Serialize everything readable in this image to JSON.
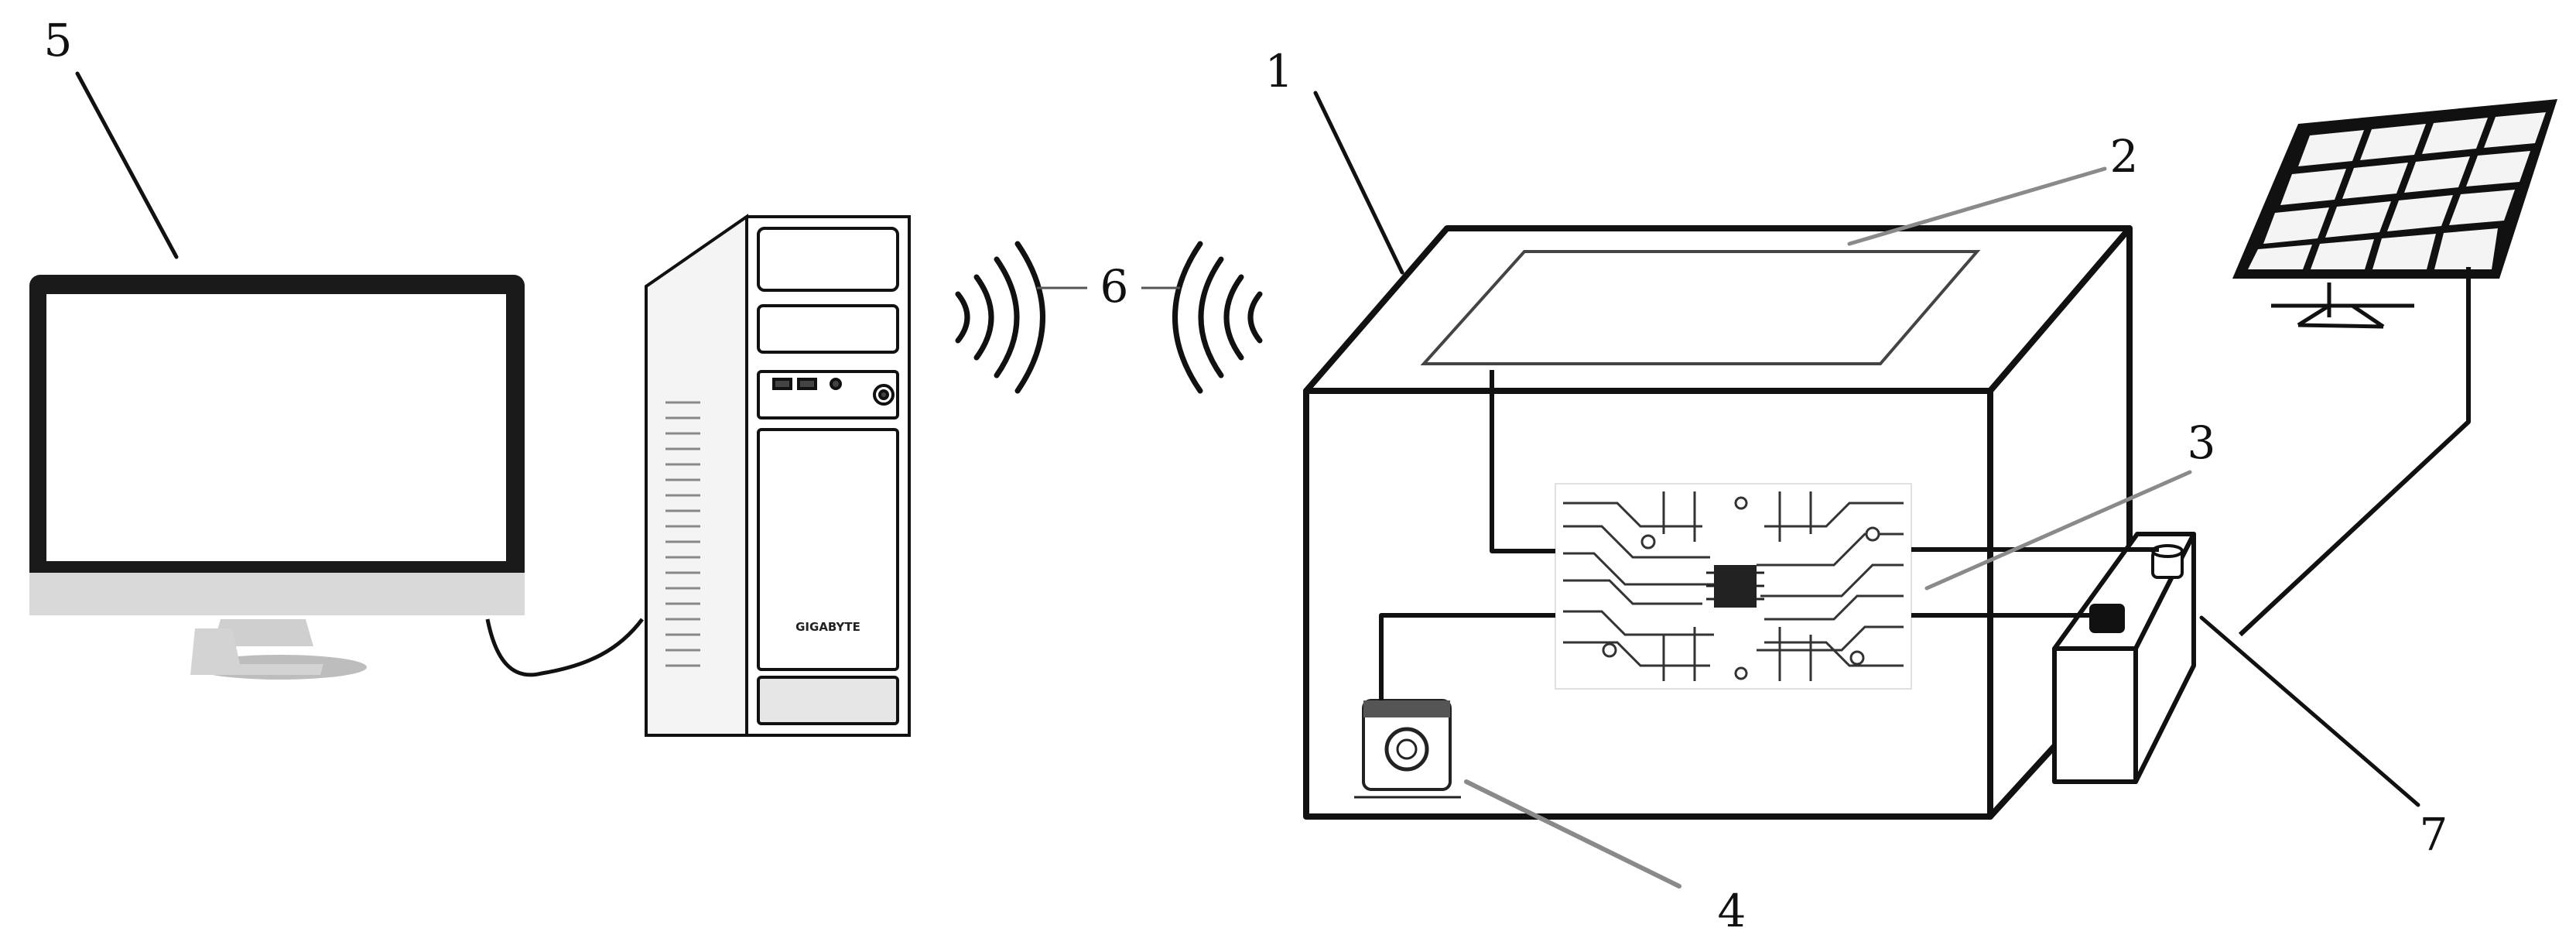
{
  "labels": {
    "box": "1",
    "panel": "2",
    "board": "3",
    "camera": "4",
    "computer": "5",
    "wireless": "6",
    "battery": "7"
  },
  "tower": {
    "brand": "GIGABYTE"
  },
  "colors": {
    "line": "#111111",
    "leader_gray": "#8a8a8a",
    "screen_bezel": "#1a1a1a"
  }
}
